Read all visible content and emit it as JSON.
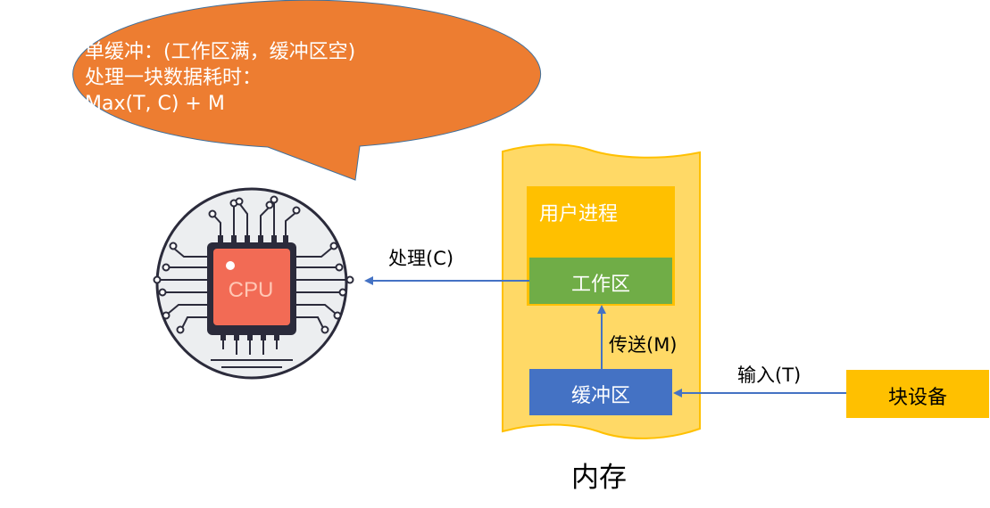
{
  "bubble": {
    "line1": "单缓冲：(工作区满，缓冲区空)",
    "line2": "处理一块数据耗时：",
    "line3": "Max(T, C) + M"
  },
  "cpu": {
    "label": "CPU"
  },
  "memory": {
    "title": "内存",
    "process_label": "用户进程",
    "workarea_label": "工作区",
    "buffer_label": "缓冲区"
  },
  "device": {
    "label": "块设备"
  },
  "arrows": {
    "process": "处理(C)",
    "transfer": "传送(M)",
    "input": "输入(T)"
  },
  "colors": {
    "bubble": "#ED7D31",
    "memory": "#FFD966",
    "process": "#FFC000",
    "workarea": "#70AD47",
    "buffer": "#4472C4",
    "device": "#FFC000",
    "arrow": "#4472C4",
    "cpu_chip": "#F26B55"
  }
}
